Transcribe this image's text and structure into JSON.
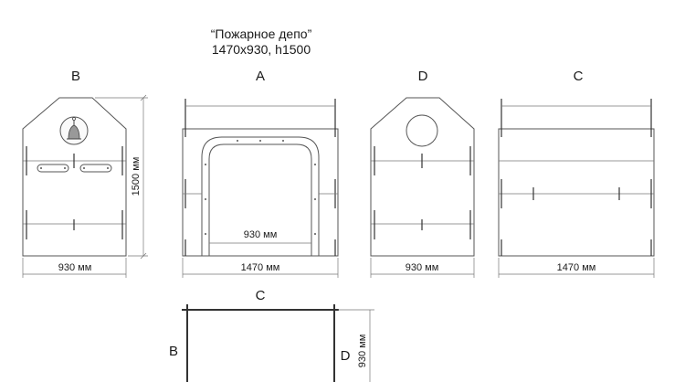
{
  "title": {
    "line1": "“Пожарное депо”",
    "line2": "1470x930, h1500"
  },
  "views": {
    "b": "B",
    "a": "A",
    "d": "D",
    "c": "C",
    "plan_top": "C",
    "plan_left": "B",
    "plan_right": "D"
  },
  "dimensions": {
    "b_width": "930 мм",
    "b_height": "1500 мм",
    "a_width": "1470 мм",
    "a_opening": "930 мм",
    "d_width": "930 мм",
    "c_width": "1470 мм",
    "plan_depth": "930 мм"
  },
  "icons": {
    "bell": "bell-icon"
  },
  "colors": {
    "line": "#555555",
    "text": "#1a1a1a",
    "background": "#ffffff"
  }
}
